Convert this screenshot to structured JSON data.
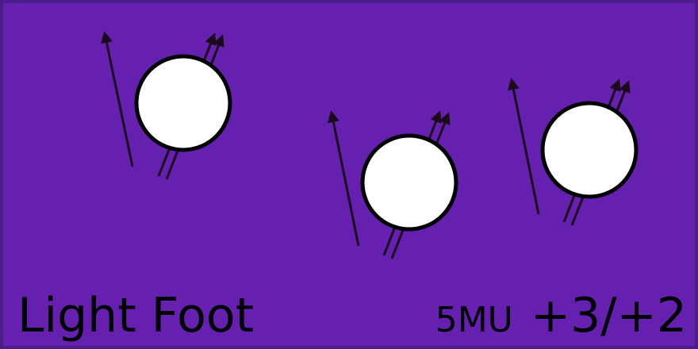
{
  "card": {
    "name": "Light Foot",
    "cost": "5MU",
    "modifier": "+3/+2",
    "colors": {
      "background": "#6520b0",
      "border": "#4a1c8a",
      "ink": "#000000",
      "ball_fill": "#ffffff"
    },
    "art": {
      "figure_count": 3,
      "figure_description": "white ball with motion arrows",
      "icons": [
        "motion-ball-icon",
        "motion-arrow-icon"
      ]
    }
  }
}
